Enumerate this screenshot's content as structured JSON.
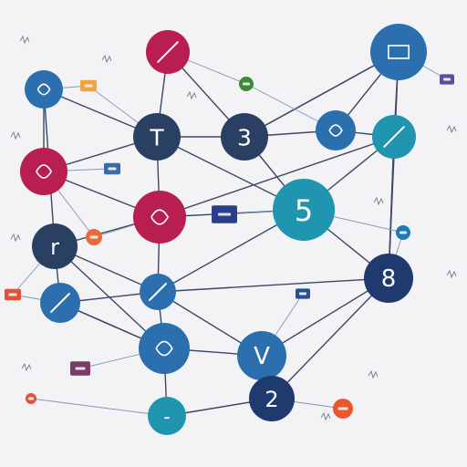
{
  "nodes": [
    {
      "id": "n1",
      "label": "",
      "color": "#2b6fae",
      "glyph": "swirl"
    },
    {
      "id": "n2",
      "label": "",
      "color": "#b81e4f",
      "glyph": "pen"
    },
    {
      "id": "n3",
      "label": "",
      "color": "#b81e4f",
      "glyph": "note"
    },
    {
      "id": "n4",
      "label": "T",
      "color": "#2a4063"
    },
    {
      "id": "n5",
      "label": "3",
      "color": "#2a4063"
    },
    {
      "id": "n6",
      "label": "",
      "color": "#2b6fae",
      "glyph": "figure"
    },
    {
      "id": "n7",
      "label": "",
      "color": "#1f95b0",
      "glyph": "slash"
    },
    {
      "id": "n8",
      "label": "",
      "color": "#2b6fae",
      "glyph": "box"
    },
    {
      "id": "n9",
      "label": "5",
      "color": "#1f95b0"
    },
    {
      "id": "n10",
      "label": "",
      "color": "#b81e4f",
      "glyph": "s"
    },
    {
      "id": "n11",
      "label": "r",
      "color": "#2a4063"
    },
    {
      "id": "n12",
      "label": "8",
      "color": "#1f3a6e"
    },
    {
      "id": "n13",
      "label": "",
      "color": "#2b6fae",
      "glyph": "slash"
    },
    {
      "id": "n14",
      "label": "",
      "color": "#2b6fae",
      "glyph": "slash"
    },
    {
      "id": "n15",
      "label": "",
      "color": "#2b6fae",
      "glyph": "cat"
    },
    {
      "id": "n16",
      "label": "V",
      "color": "#2b6fae"
    },
    {
      "id": "n17",
      "label": "-",
      "color": "#1f95b0"
    },
    {
      "id": "n18",
      "label": "2",
      "color": "#1f3a6e"
    }
  ],
  "badges": [
    {
      "id": "b1",
      "color": "#f2a33a",
      "icon": "folder-icon"
    },
    {
      "id": "b2",
      "color": "#3f8a3a",
      "icon": "shield-icon"
    },
    {
      "id": "b3",
      "color": "#5a4fa0",
      "icon": "app-icon"
    },
    {
      "id": "b4",
      "color": "#3b6aa8",
      "icon": "laptop-icon"
    },
    {
      "id": "b5",
      "color": "#2a3f8a",
      "icon": "keyboard-icon"
    },
    {
      "id": "b6",
      "color": "#ea6a3a",
      "icon": "pie-icon"
    },
    {
      "id": "b7",
      "color": "#e0523a",
      "icon": "flag-icon"
    },
    {
      "id": "b8",
      "color": "#2a4f8a",
      "icon": "chat-icon"
    },
    {
      "id": "b9",
      "color": "#7a3a6a",
      "icon": "chat-icon"
    },
    {
      "id": "b10",
      "color": "#e8552f",
      "icon": "bird-icon"
    },
    {
      "id": "b11",
      "color": "#e0523a",
      "icon": "pin-icon"
    },
    {
      "id": "b12",
      "color": "#1f7ab0",
      "icon": "wave-icon"
    }
  ],
  "colors": {
    "background": "#f3f2f4",
    "edge": "#3a4866",
    "edge_light": "#7f9ab8"
  }
}
